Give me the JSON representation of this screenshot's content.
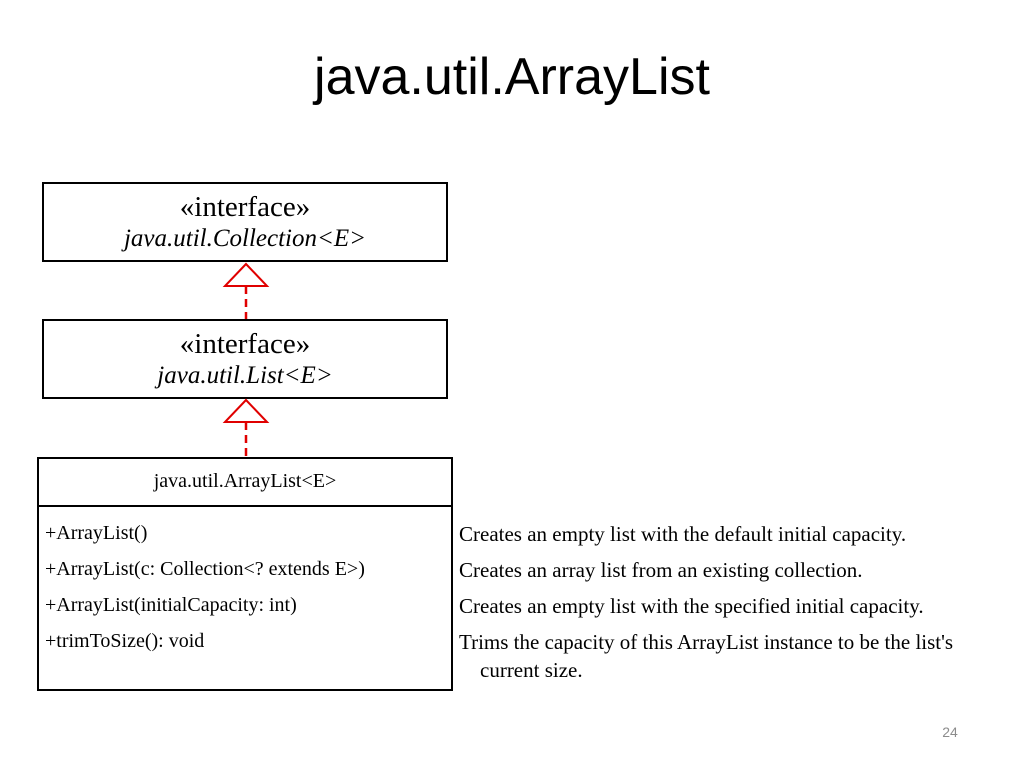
{
  "slide": {
    "title": "java.util.ArrayList",
    "page_number": "24"
  },
  "diagram": {
    "collection_interface": {
      "stereotype": "«interface»",
      "name": "java.util.Collection<E>"
    },
    "list_interface": {
      "stereotype": "«interface»",
      "name": "java.util.List<E>"
    },
    "arraylist_class": {
      "name": "java.util.ArrayList<E>",
      "members": [
        {
          "signature": "+ArrayList()",
          "description": "Creates an empty list with the default initial capacity."
        },
        {
          "signature": "+ArrayList(c: Collection<? extends E>)",
          "description": "Creates an array list from an existing collection."
        },
        {
          "signature": "+ArrayList(initialCapacity: int)",
          "description": "Creates an empty list with the specified initial capacity."
        },
        {
          "signature": "+trimToSize(): void",
          "description": "Trims the capacity of this ArrayList instance to be the list's current size."
        }
      ]
    },
    "colors": {
      "realization_arrow": "#e00000",
      "box_border": "#000000",
      "page_number": "#8c8c8c"
    }
  }
}
